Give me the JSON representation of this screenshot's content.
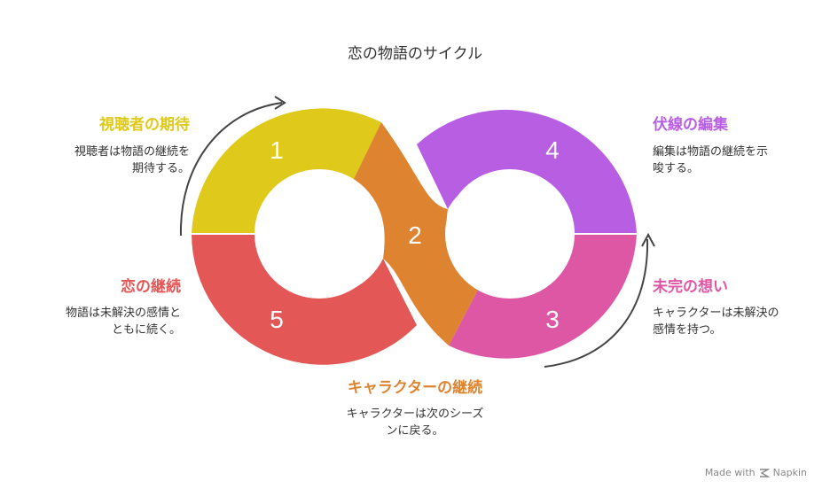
{
  "title": "恋の物語のサイクル",
  "steps": [
    {
      "number": "1",
      "label": "視聴者の期待",
      "description": "視聴者は物語の継続を\n期待する。"
    },
    {
      "number": "2",
      "label": "キャラクターの継続",
      "description": "キャラクターは次のシーズ\nンに戻る。"
    },
    {
      "number": "3",
      "label": "未完の想い",
      "description": "キャラクターは未解決の\n感情を持つ。"
    },
    {
      "number": "4",
      "label": "伏線の編集",
      "description": "編集は物語の継続を示\n唆する。"
    },
    {
      "number": "5",
      "label": "恋の継続",
      "description": "物語は未解決の感情と\nともに続く。"
    }
  ],
  "colors": {
    "step1": "#DFC91B",
    "step2": "#DE8330",
    "step3": "#DE57A5",
    "step4": "#B85EE3",
    "step5": "#E35757"
  },
  "footer": {
    "made_with": "Made with",
    "brand": "Napkin",
    "icon": "napkin-logo-icon"
  }
}
